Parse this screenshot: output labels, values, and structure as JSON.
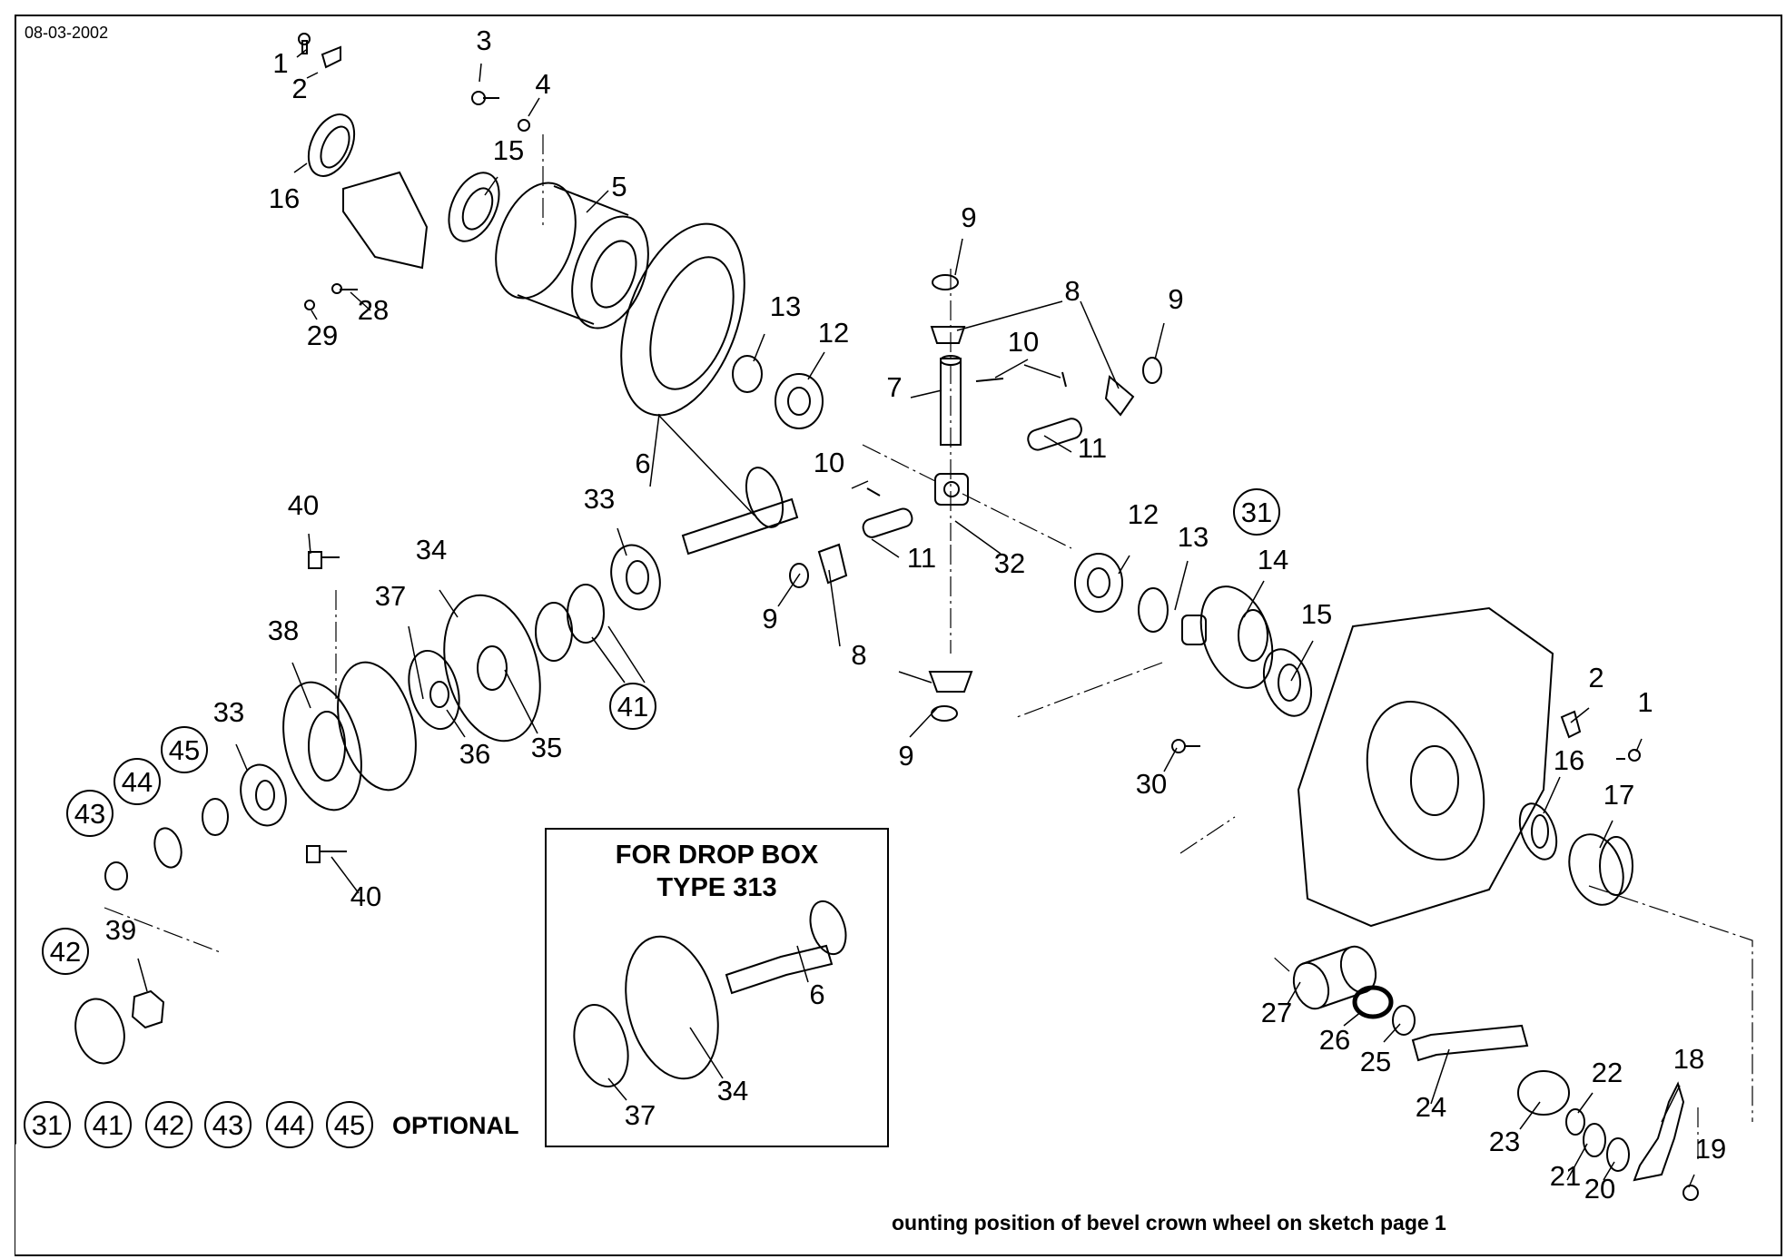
{
  "header": {
    "date": "08-03-2002"
  },
  "callouts": [
    {
      "id": "c1a",
      "text": "1"
    },
    {
      "id": "c2a",
      "text": "2"
    },
    {
      "id": "c3",
      "text": "3"
    },
    {
      "id": "c4",
      "text": "4"
    },
    {
      "id": "c15a",
      "text": "15"
    },
    {
      "id": "c5",
      "text": "5"
    },
    {
      "id": "c16a",
      "text": "16"
    },
    {
      "id": "c28",
      "text": "28"
    },
    {
      "id": "c29",
      "text": "29"
    },
    {
      "id": "c9a",
      "text": "9"
    },
    {
      "id": "c8a",
      "text": "8"
    },
    {
      "id": "c9b",
      "text": "9"
    },
    {
      "id": "c13a",
      "text": "13"
    },
    {
      "id": "c12a",
      "text": "12"
    },
    {
      "id": "c10a",
      "text": "10"
    },
    {
      "id": "c7",
      "text": "7"
    },
    {
      "id": "c11a",
      "text": "11"
    },
    {
      "id": "c6a",
      "text": "6"
    },
    {
      "id": "c10b",
      "text": "10"
    },
    {
      "id": "c40a",
      "text": "40"
    },
    {
      "id": "c33a",
      "text": "33"
    },
    {
      "id": "c11b",
      "text": "11"
    },
    {
      "id": "c32",
      "text": "32"
    },
    {
      "id": "c12b",
      "text": "12"
    },
    {
      "id": "c13b",
      "text": "13"
    },
    {
      "id": "c14",
      "text": "14"
    },
    {
      "id": "c34a",
      "text": "34"
    },
    {
      "id": "c37a",
      "text": "37"
    },
    {
      "id": "c9c",
      "text": "9"
    },
    {
      "id": "c38",
      "text": "38"
    },
    {
      "id": "c8b",
      "text": "8"
    },
    {
      "id": "c15b",
      "text": "15"
    },
    {
      "id": "c33b",
      "text": "33"
    },
    {
      "id": "c36",
      "text": "36"
    },
    {
      "id": "c35",
      "text": "35"
    },
    {
      "id": "c9d",
      "text": "9"
    },
    {
      "id": "c30",
      "text": "30"
    },
    {
      "id": "c2b",
      "text": "2"
    },
    {
      "id": "c1b",
      "text": "1"
    },
    {
      "id": "c16b",
      "text": "16"
    },
    {
      "id": "c17",
      "text": "17"
    },
    {
      "id": "c40b",
      "text": "40"
    },
    {
      "id": "c39",
      "text": "39"
    },
    {
      "id": "c27",
      "text": "27"
    },
    {
      "id": "c26",
      "text": "26"
    },
    {
      "id": "c25",
      "text": "25"
    },
    {
      "id": "c24",
      "text": "24"
    },
    {
      "id": "c23",
      "text": "23"
    },
    {
      "id": "c22",
      "text": "22"
    },
    {
      "id": "c18",
      "text": "18"
    },
    {
      "id": "c21",
      "text": "21"
    },
    {
      "id": "c20",
      "text": "20"
    },
    {
      "id": "c19",
      "text": "19"
    },
    {
      "id": "c6b",
      "text": "6"
    },
    {
      "id": "c34b",
      "text": "34"
    },
    {
      "id": "c37b",
      "text": "37"
    }
  ],
  "circled_callouts": [
    {
      "id": "k31",
      "text": "31"
    },
    {
      "id": "k41",
      "text": "41"
    },
    {
      "id": "k45",
      "text": "45"
    },
    {
      "id": "k44",
      "text": "44"
    },
    {
      "id": "k43",
      "text": "43"
    },
    {
      "id": "k42",
      "text": "42"
    }
  ],
  "legend": {
    "optional_items": [
      "31",
      "41",
      "42",
      "43",
      "44",
      "45"
    ],
    "optional_label": "OPTIONAL"
  },
  "inset": {
    "title_line1": "FOR  DROP BOX",
    "title_line2": "TYPE 313"
  },
  "footer": {
    "caption": "ounting position of bevel crown wheel on sketch page 1"
  }
}
